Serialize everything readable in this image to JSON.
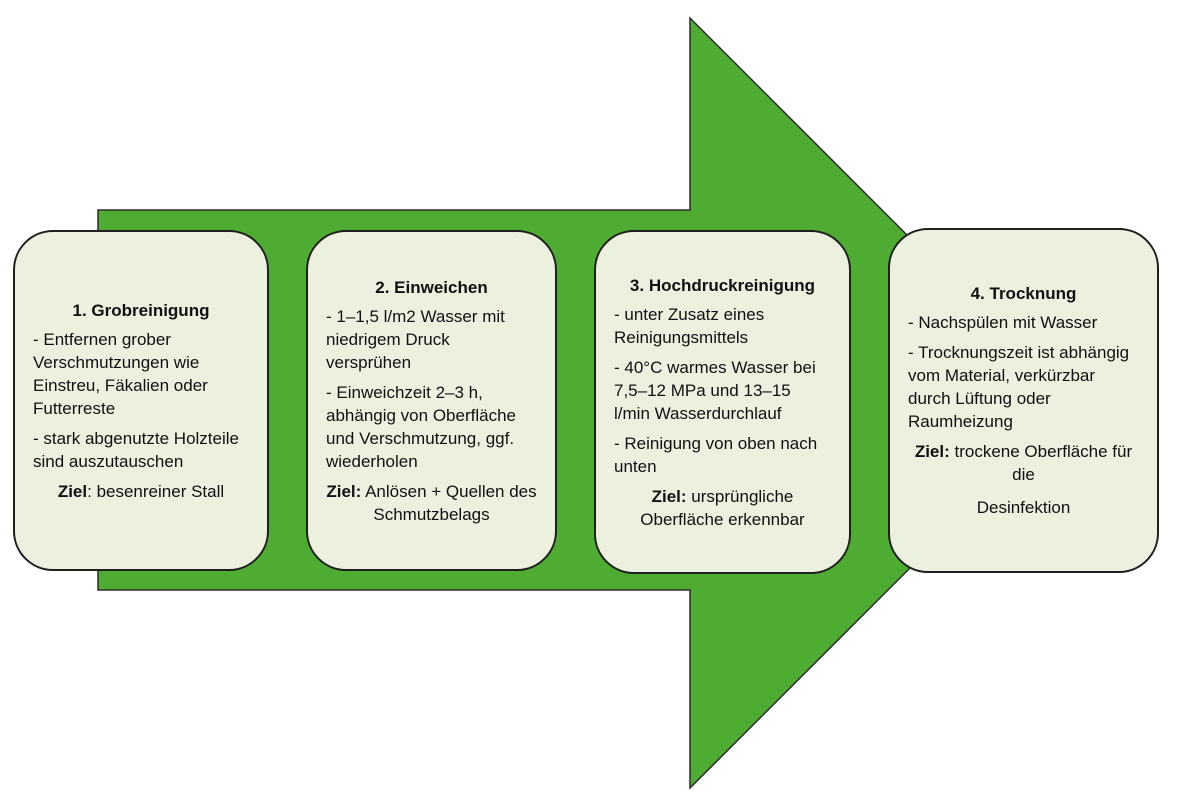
{
  "colors": {
    "arrow": "#4eac32",
    "box_fill": "#ebf1de",
    "border": "#1f1f1f"
  },
  "steps": [
    {
      "title": "1. Grobreinigung",
      "items": [
        "- Entfernen grober Verschmutzungen wie Einstreu, Fäkalien oder Futterreste",
        "- stark abgenutzte Holzteile sind auszutauschen"
      ],
      "goal_label": "Ziel",
      "goal_text": ": besenreiner Stall"
    },
    {
      "title": "2. Einweichen",
      "items": [
        "- 1–1,5 l/m2 Wasser mit niedrigem Druck versprühen",
        "- Einweichzeit 2–3 h, abhängig von Oberfläche und Verschmutzung, ggf. wiederholen"
      ],
      "goal_label": "Ziel:",
      "goal_text": " Anlösen + Quellen des Schmutzbelags"
    },
    {
      "title": "3. Hochdruckreinigung",
      "items": [
        "- unter Zusatz eines Reinigungsmittels",
        "- 40°C warmes Wasser bei 7,5–12 MPa und 13–15 l/min Wasserdurchlauf",
        "- Reinigung von oben nach unten"
      ],
      "goal_label": "Ziel:",
      "goal_text": " ursprüngliche Oberfläche erkennbar"
    },
    {
      "title": "4. Trocknung",
      "items": [
        "- Nachspülen mit Wasser",
        "- Trocknungszeit ist abhängig vom Material, verkürzbar durch Lüftung oder Raumheizung"
      ],
      "goal_label": "Ziel:",
      "goal_text": " trockene Oberfläche für die",
      "goal_text2": "Desinfektion"
    }
  ]
}
